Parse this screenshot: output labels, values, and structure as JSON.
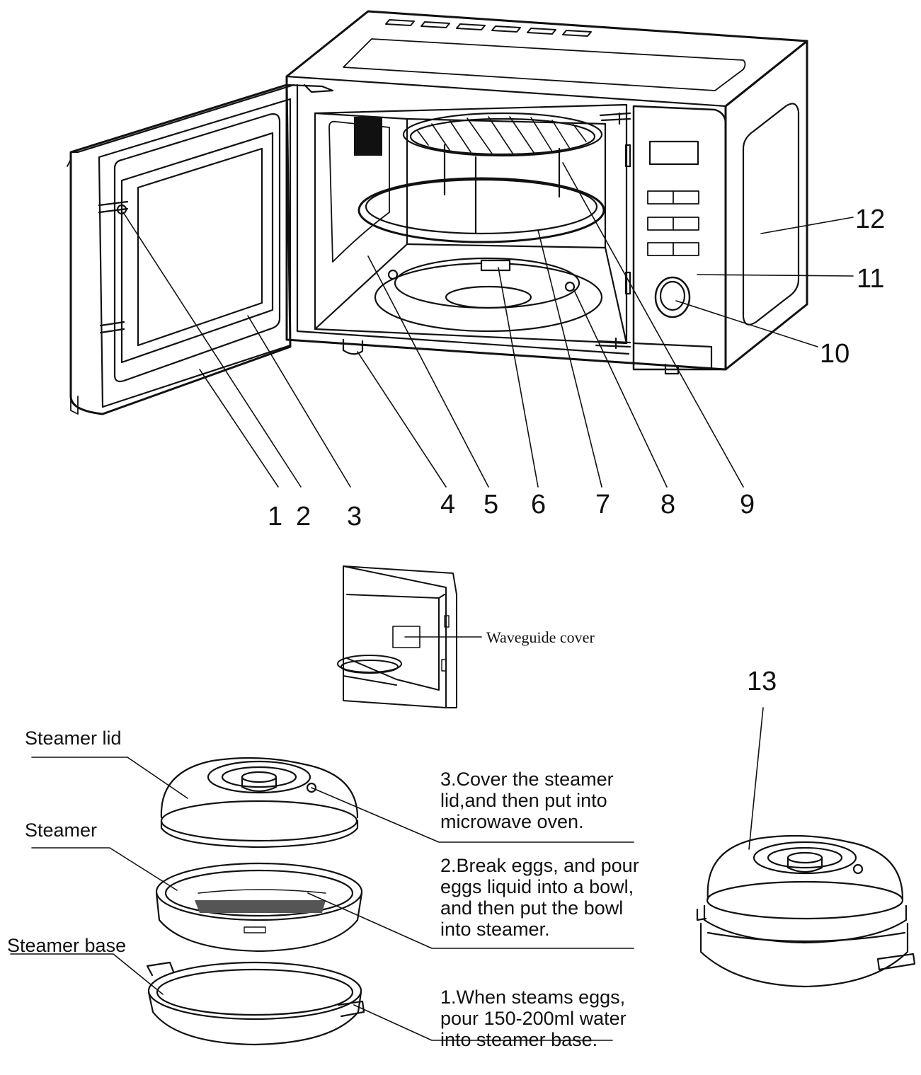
{
  "callout_numbers": [
    "1",
    "2",
    "3",
    "4",
    "5",
    "6",
    "7",
    "8",
    "9",
    "10",
    "11",
    "12",
    "13"
  ],
  "waveguide_label": "Waveguide cover",
  "steamer_parts": {
    "lid": "Steamer lid",
    "steamer": "Steamer",
    "base": "Steamer base"
  },
  "steps": {
    "step3": [
      "3.Cover the steamer",
      "lid,and then put into",
      "microwave oven."
    ],
    "step2": [
      "2.Break eggs, and pour",
      "eggs liquid into a bowl,",
      "and then put the bowl",
      "into steamer."
    ],
    "step1": [
      "1.When steams eggs,",
      "pour 150-200ml water",
      "into steamer base."
    ]
  },
  "colors": {
    "line": "#111111",
    "background": "#ffffff"
  }
}
